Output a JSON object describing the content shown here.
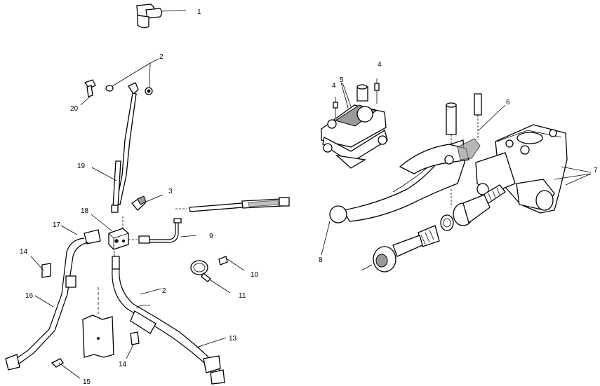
{
  "callouts": [
    {
      "id": "c1",
      "text": "1"
    },
    {
      "id": "c2a",
      "text": "2"
    },
    {
      "id": "c2b",
      "text": "2"
    },
    {
      "id": "c3",
      "text": "3"
    },
    {
      "id": "c4a",
      "text": "4"
    },
    {
      "id": "c4b",
      "text": "4"
    },
    {
      "id": "c5",
      "text": "5"
    },
    {
      "id": "c6",
      "text": "6"
    },
    {
      "id": "c7",
      "text": "7"
    },
    {
      "id": "c8",
      "text": "8"
    },
    {
      "id": "c9",
      "text": "9"
    },
    {
      "id": "c10",
      "text": "10"
    },
    {
      "id": "c11",
      "text": "11"
    },
    {
      "id": "c13",
      "text": "13"
    },
    {
      "id": "c14a",
      "text": "14"
    },
    {
      "id": "c14b",
      "text": "14"
    },
    {
      "id": "c15",
      "text": "15"
    },
    {
      "id": "c16",
      "text": "16"
    },
    {
      "id": "c17",
      "text": "17"
    },
    {
      "id": "c18",
      "text": "18"
    },
    {
      "id": "c19",
      "text": "19"
    },
    {
      "id": "c20",
      "text": "20"
    }
  ]
}
